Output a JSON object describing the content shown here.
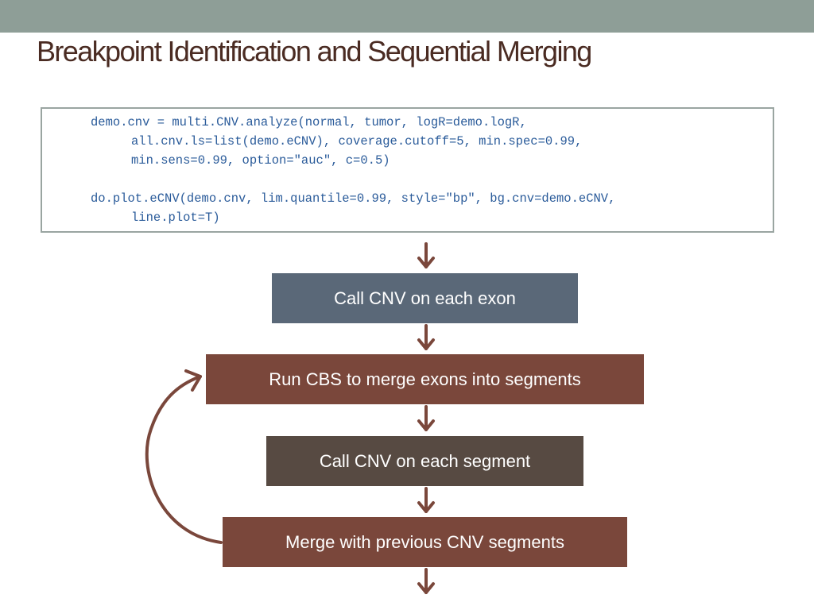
{
  "slide": {
    "title": "Breakpoint Identification and Sequential Merging"
  },
  "code": {
    "lines": [
      "demo.cnv = multi.CNV.analyze(normal, tumor, logR=demo.logR,",
      "all.cnv.ls=list(demo.eCNV), coverage.cutoff=5, min.spec=0.99,",
      "min.sens=0.99, option=\"auc\", c=0.5)",
      "do.plot.eCNV(demo.cnv, lim.quantile=0.99, style=\"bp\", bg.cnv=demo.eCNV,",
      "line.plot=T)"
    ]
  },
  "flow": {
    "steps": [
      {
        "label": "Call CNV on each exon",
        "color": "#5a6878"
      },
      {
        "label": "Run CBS to merge exons into segments",
        "color": "#7a473b"
      },
      {
        "label": "Call CNV on each segment",
        "color": "#574a42"
      },
      {
        "label": "Merge with previous CNV segments",
        "color": "#7a473b"
      }
    ],
    "arrow_color": "#7a473b"
  }
}
